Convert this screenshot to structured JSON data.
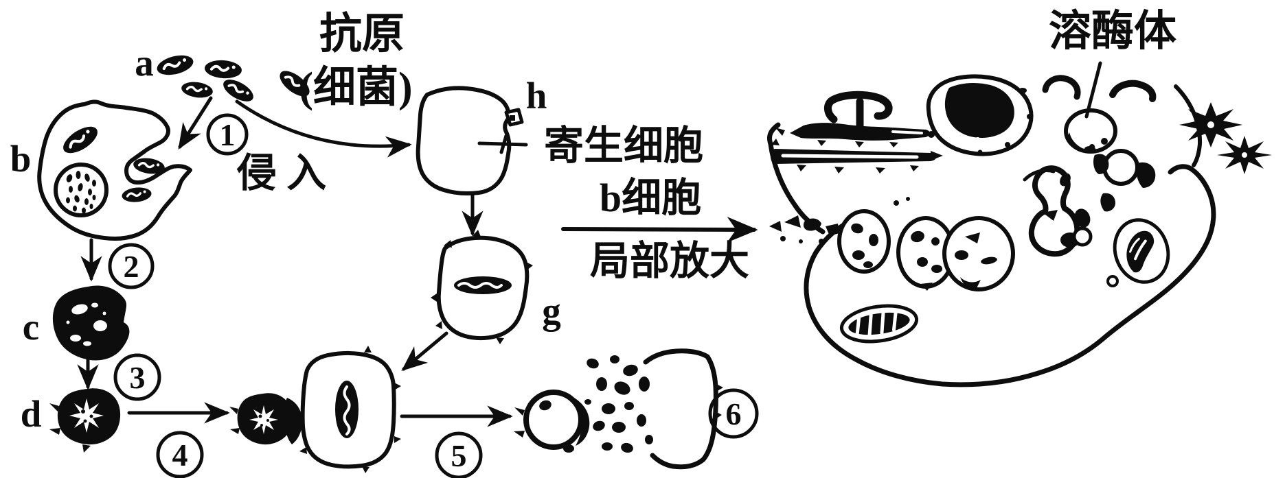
{
  "colors": {
    "ink": "#0d0d0d",
    "background": "#ffffff"
  },
  "labels": {
    "antigen_line1": "抗原",
    "antigen_line2": "(细菌)",
    "invade": "侵 入",
    "parasitized_cell": "寄生细胞",
    "b_cell": "b细胞",
    "local_magnification": "局部放大",
    "lysosome": "溶酶体"
  },
  "cell_letters": {
    "a": "a",
    "b": "b",
    "c": "c",
    "d": "d",
    "g": "g",
    "h": "h"
  },
  "steps": {
    "s1": "1",
    "s2": "2",
    "s3": "3",
    "s4": "4",
    "s5": "5",
    "s6": "6"
  }
}
